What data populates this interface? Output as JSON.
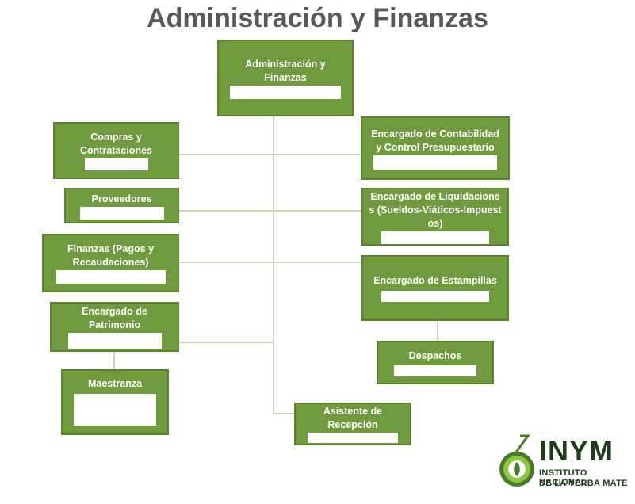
{
  "title": "Administración y Finanzas",
  "nodes": {
    "root": "Administración y Finanzas",
    "compras": "Compras y Contrataciones",
    "proveedores": "Proveedores",
    "finanzas": "Finanzas (Pagos y Recaudaciones)",
    "patrimonio": "Encargado de Patrimonio",
    "maestranza": "Maestranza",
    "contabilidad": "Encargado de Contabilidad y Control Presupuestario",
    "liquidaciones": "Encargado de Liquidaciones (Sueldos-Viáticos-Impuestos)",
    "estampillas": "Encargado de Estampillas",
    "despachos": "Despachos",
    "asistente": "Asistente de Recepción"
  },
  "logo": {
    "brand": "INYM",
    "line1": "INSTITUTO NACIONAL",
    "line2": "DE LA YERBA MATE",
    "colors": {
      "green": "#4a7a2a",
      "yellow": "#8cc63f",
      "dark": "#1f3d1a"
    }
  },
  "colors": {
    "box": "#6f9a3e",
    "border": "#5c8232",
    "title": "#595959",
    "connector": "#c9d8b6"
  }
}
